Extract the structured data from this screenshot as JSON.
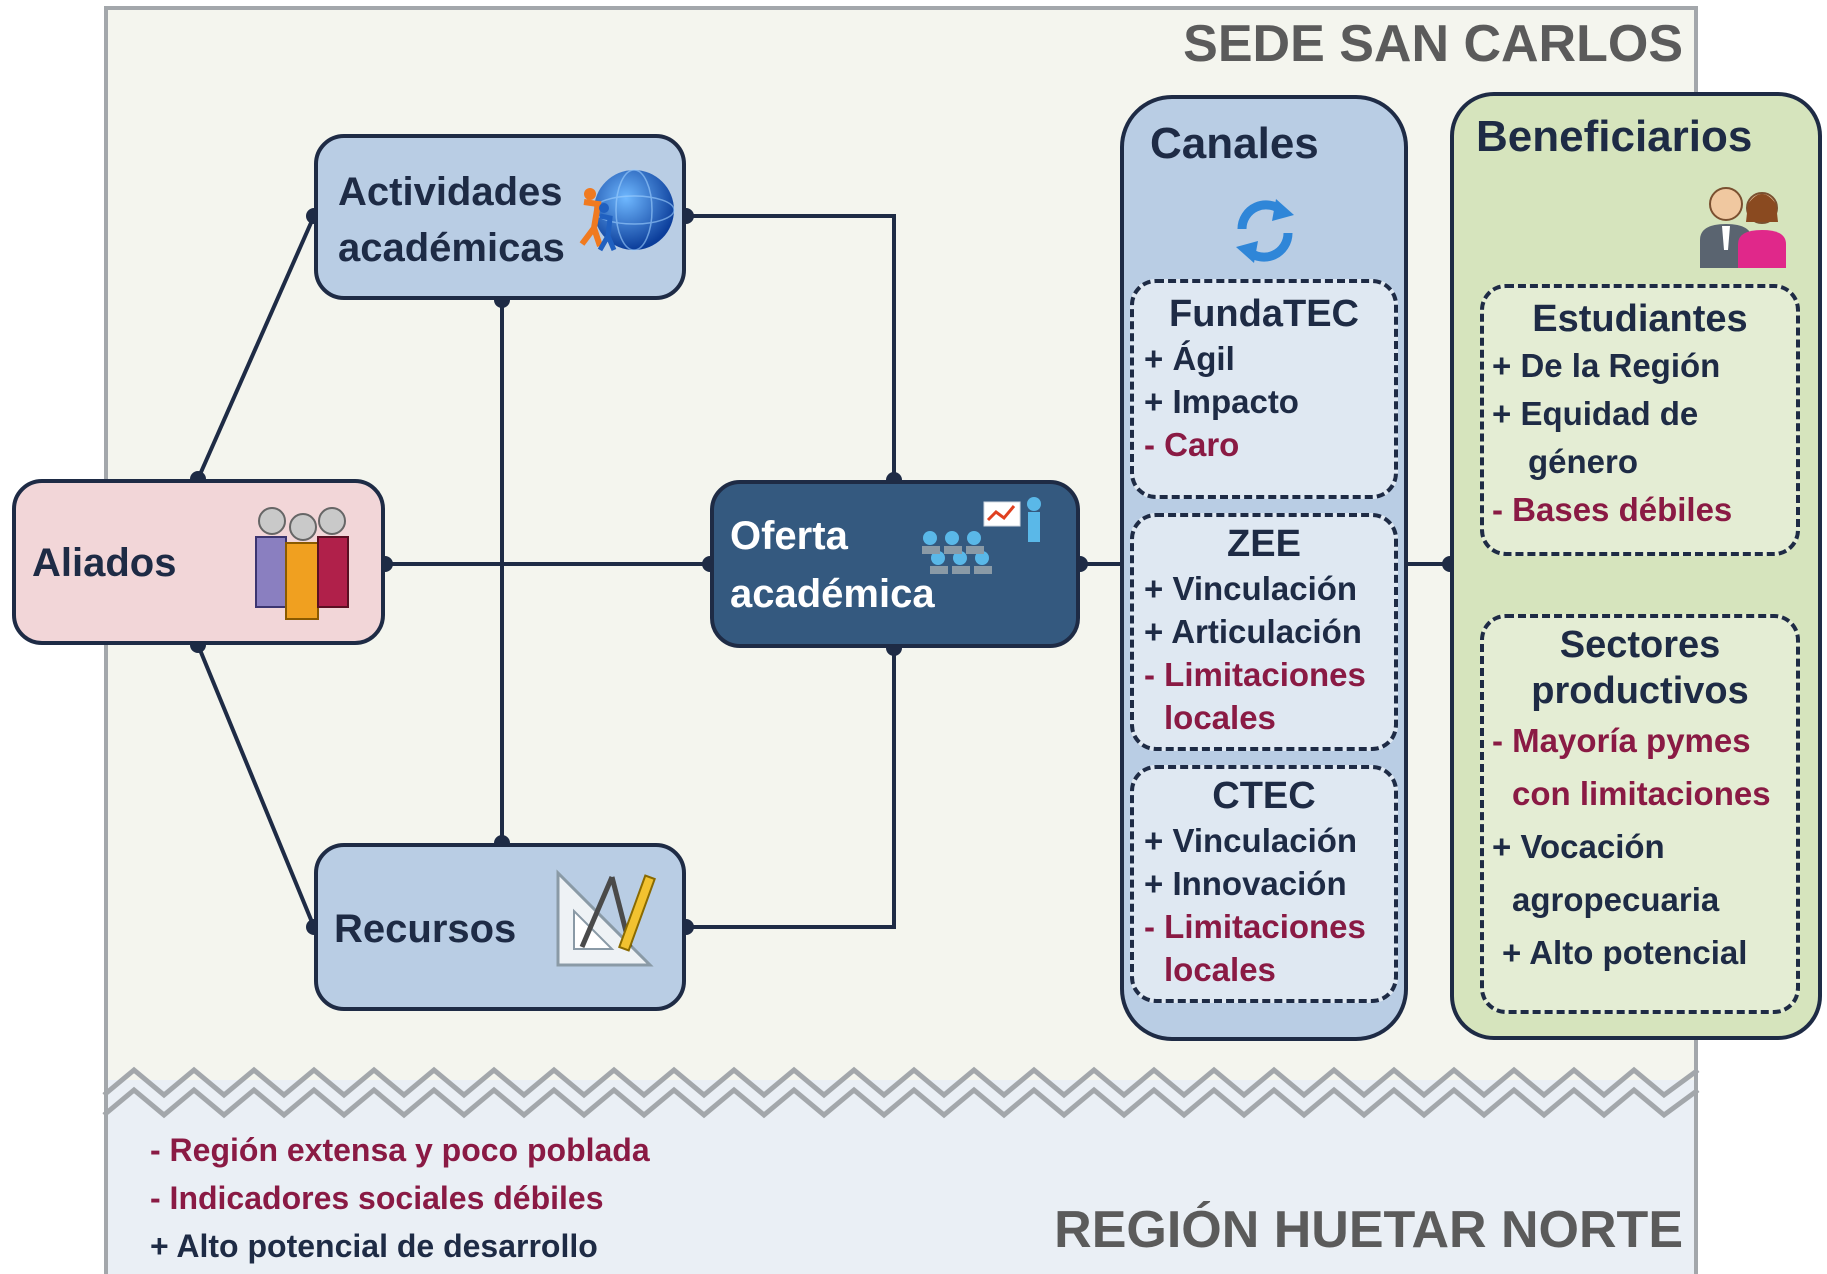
{
  "titles": {
    "sede": "SEDE SAN CARLOS",
    "region": "REGIÓN HUETAR NORTE"
  },
  "nodes": {
    "aliados": "Aliados",
    "actividades_1": "Actividades",
    "actividades_2": "académicas",
    "recursos": "Recursos",
    "oferta_1": "Oferta",
    "oferta_2": "académica"
  },
  "canales": {
    "title": "Canales",
    "groups": [
      {
        "name": "FundaTEC",
        "items": [
          {
            "sign": "+",
            "text": "+ Ágil"
          },
          {
            "sign": "+",
            "text": "+ Impacto"
          },
          {
            "sign": "-",
            "text": "- Caro"
          }
        ]
      },
      {
        "name": "ZEE",
        "items": [
          {
            "sign": "+",
            "text": "+ Vinculación"
          },
          {
            "sign": "+",
            "text": "+ Articulación"
          },
          {
            "sign": "-",
            "text": "- Limitaciones"
          },
          {
            "sign": "-",
            "text": "locales"
          }
        ]
      },
      {
        "name": "CTEC",
        "items": [
          {
            "sign": "+",
            "text": "+ Vinculación"
          },
          {
            "sign": "+",
            "text": "+ Innovación"
          },
          {
            "sign": "-",
            "text": "- Limitaciones"
          },
          {
            "sign": "-",
            "text": "locales"
          }
        ]
      }
    ]
  },
  "beneficiarios": {
    "title": "Beneficiarios",
    "estudiantes": {
      "name": "Estudiantes",
      "items": [
        {
          "sign": "+",
          "text": "+ De la Región"
        },
        {
          "sign": "+",
          "text": "+ Equidad de"
        },
        {
          "sign": "+",
          "text": "género"
        },
        {
          "sign": "-",
          "text": "- Bases débiles"
        }
      ]
    },
    "sectores": {
      "name_1": "Sectores",
      "name_2": "productivos",
      "items": [
        {
          "sign": "-",
          "text": "- Mayoría pymes"
        },
        {
          "sign": "-",
          "text": "con limitaciones"
        },
        {
          "sign": "+",
          "text": "+ Vocación"
        },
        {
          "sign": "+",
          "text": "agropecuaria"
        },
        {
          "sign": "+",
          "text": "+ Alto potencial"
        }
      ]
    }
  },
  "region_notes": [
    {
      "sign": "-",
      "text": "- Región extensa y poco poblada"
    },
    {
      "sign": "-",
      "text": "- Indicadores sociales débiles"
    },
    {
      "sign": "+",
      "text": "+ Alto potencial de desarrollo"
    }
  ],
  "colors": {
    "navy": "#1e2b45",
    "negative": "#8a1a44",
    "aliados_fill": "#f2d6d8",
    "light_blue_fill": "#b9cde4",
    "oferta_fill": "#34597f",
    "canales_fill": "#b9cde4",
    "beneficiarios_fill": "#d6e4bd"
  },
  "icons": [
    "globe-people-icon",
    "people-group-icon",
    "audience-presentation-icon",
    "drafting-tools-icon",
    "sync-arrows-icon",
    "users-icon"
  ]
}
